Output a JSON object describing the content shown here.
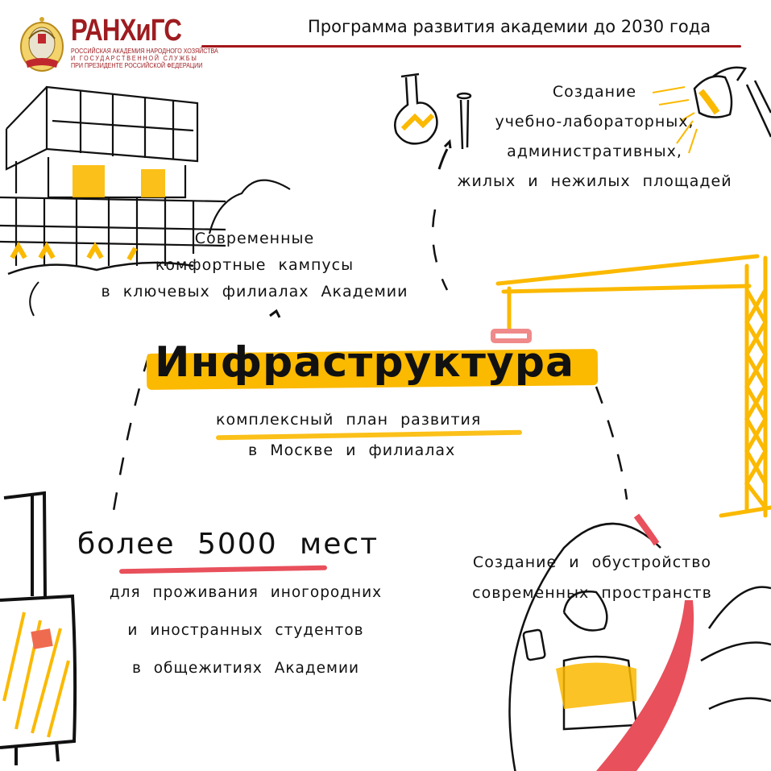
{
  "header": {
    "logo": {
      "emblem_icon": "coat-of-arms-icon",
      "title": "РАНХиГС",
      "subtitle_lines": [
        "РОССИЙСКАЯ АКАДЕМИЯ НАРОДНОГО ХОЗЯЙСТВА",
        "И ГОСУДАРСТВЕННОЙ СЛУЖБЫ",
        "ПРИ ПРЕЗИДЕНТЕ РОССИЙСКОЙ ФЕДЕРАЦИИ"
      ],
      "color": "#9e1c20"
    },
    "title": "Программа развития академии до 2030 года"
  },
  "main": {
    "title": "Инфраструктура",
    "subtitle_lines": [
      "комплексный план развития",
      "в Москве и филиалах"
    ]
  },
  "sections": {
    "campuses": {
      "lines": [
        "Современные",
        "комфортные кампусы",
        "в ключевых филиалах Академии"
      ],
      "illustration": "building-icon"
    },
    "labs": {
      "lines": [
        "Создание",
        "учебно-лабораторных,",
        "административных,",
        "жилых и нежилых площадей"
      ],
      "illustration": [
        "flask-icon",
        "test-tube-icon",
        "desk-lamp-icon"
      ]
    },
    "dorms": {
      "headline": "более 5000 мест",
      "lines": [
        "для проживания иногородних",
        "и иностранных студентов",
        "в общежитиях Академии"
      ],
      "illustration": "suitcase-icon"
    },
    "spaces": {
      "lines": [
        "Создание и обустройство",
        "современных пространств"
      ],
      "illustration": "woman-with-phone-icon"
    },
    "crane": {
      "illustration": "crane-icon"
    }
  },
  "colors": {
    "yellow": "#fbb900",
    "red": "#e8505b",
    "brand_red": "#a4161a",
    "ink": "#111111"
  }
}
